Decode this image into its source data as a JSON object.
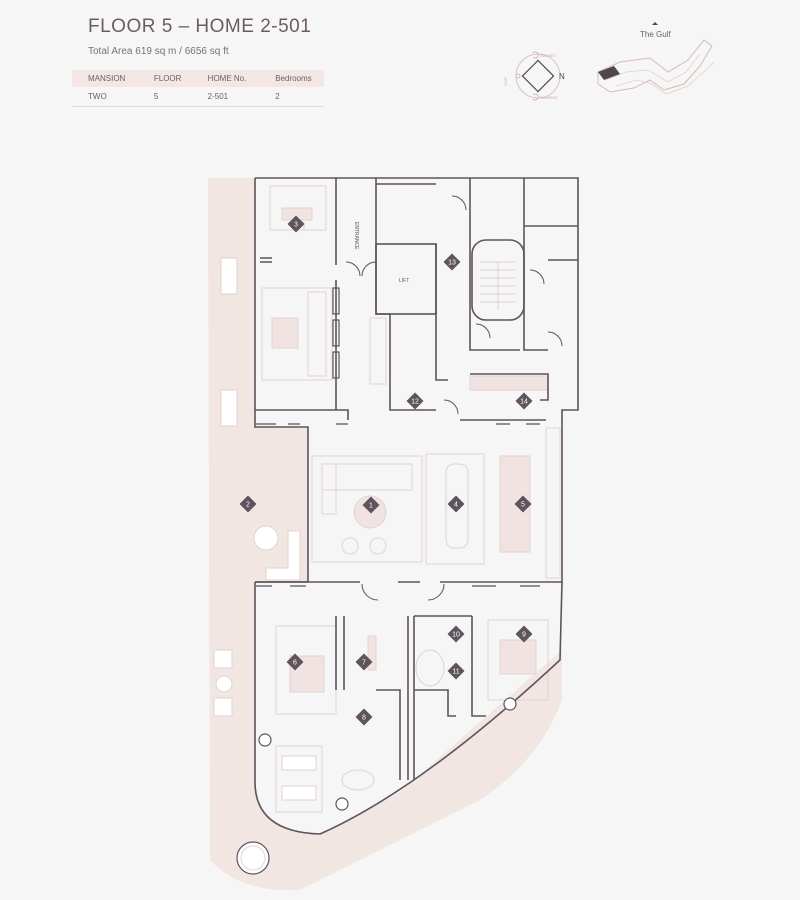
{
  "header": {
    "title": "FLOOR 5 – HOME 2-501",
    "subtitle": "Total Area 619 sq m / 6656 sq ft"
  },
  "info_table": {
    "headers": [
      "MANSION",
      "FLOOR",
      "HOME No.",
      "Bedrooms"
    ],
    "row": [
      "TWO",
      "5",
      "2-501",
      "2"
    ]
  },
  "compass": {
    "north": "N",
    "top_label": "SUNSET",
    "bottom_label": "SUNRISE",
    "left_label": "ONE"
  },
  "keyplan": {
    "label": "The Gulf"
  },
  "plan": {
    "entrance_label": "ENTRANCE",
    "lift_label": "LIFT",
    "room_markers": [
      "1",
      "2",
      "3",
      "4",
      "5",
      "6",
      "7",
      "8",
      "9",
      "10",
      "11",
      "12",
      "13",
      "14"
    ]
  },
  "colors": {
    "wall": "#5e545c",
    "terrace": "#f2e6e3",
    "marker": "#5e545c",
    "furniture": "#e6d8d6"
  }
}
